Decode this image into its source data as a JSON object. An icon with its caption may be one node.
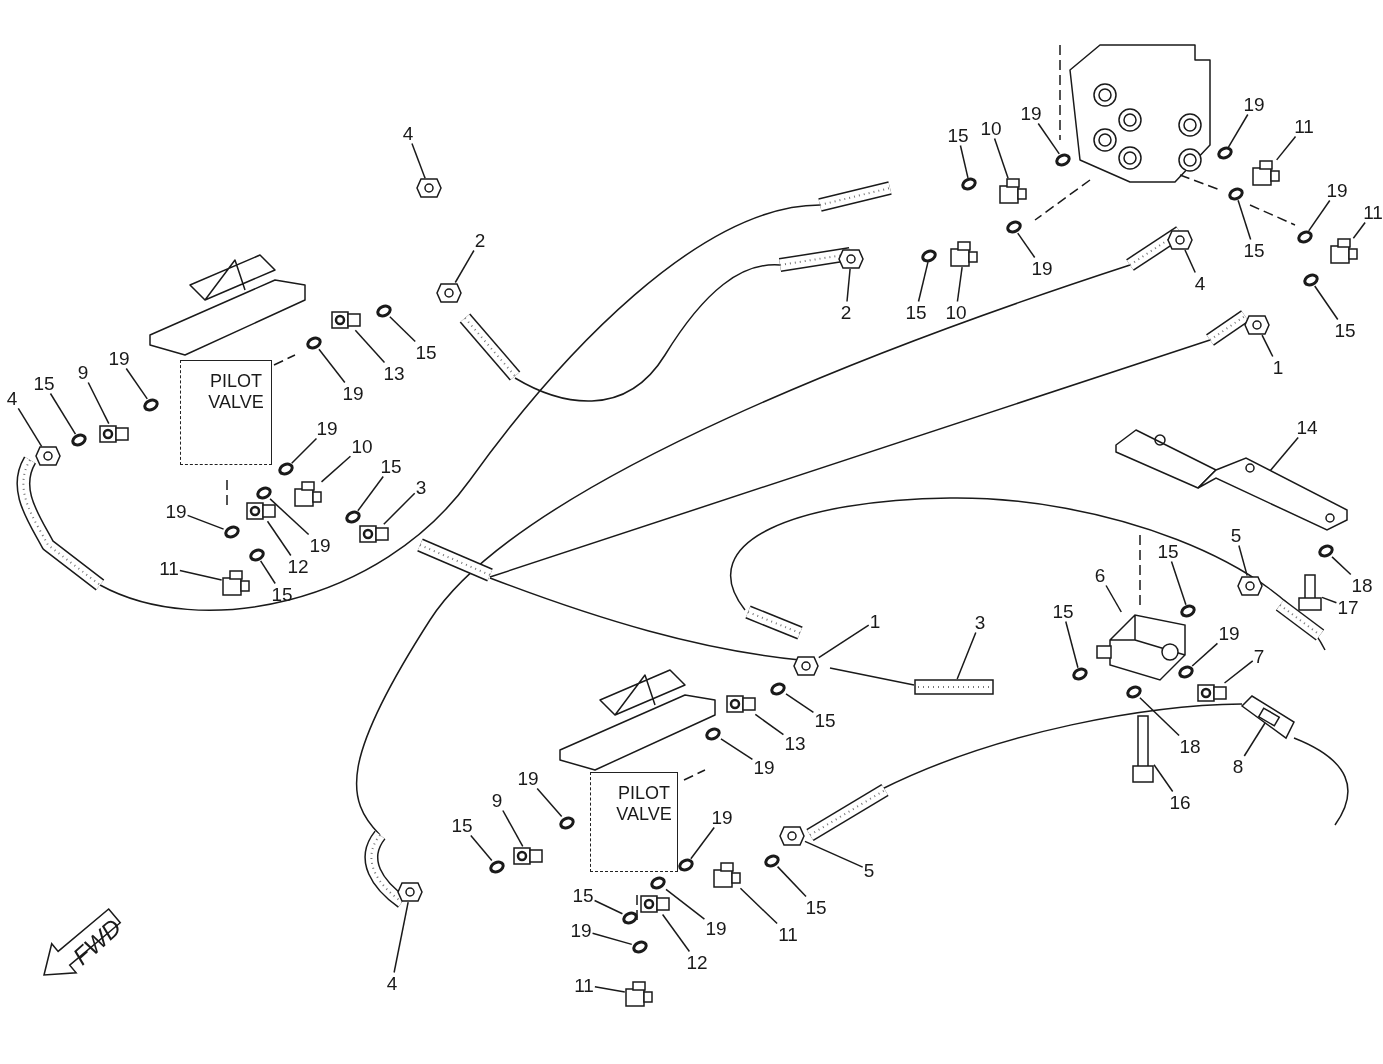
{
  "diagram": {
    "nodes": [
      {
        "text": [
          "4"
        ]
      },
      {
        "text": [
          "15"
        ]
      },
      {
        "text": [
          "10"
        ]
      },
      {
        "text": [
          "19"
        ]
      },
      {
        "text": [
          "19"
        ]
      },
      {
        "text": [
          "11"
        ]
      },
      {
        "text": [
          "19"
        ]
      },
      {
        "text": [
          "11"
        ]
      },
      {
        "text": [
          "4"
        ]
      },
      {
        "text": [
          "15"
        ]
      },
      {
        "text": [
          "19"
        ]
      },
      {
        "text": [
          "2"
        ]
      },
      {
        "text": [
          "2"
        ]
      },
      {
        "text": [
          "15"
        ]
      },
      {
        "text": [
          "10"
        ]
      },
      {
        "text": [
          "1"
        ]
      },
      {
        "text": [
          "15"
        ]
      },
      {
        "text": [
          "15"
        ]
      },
      {
        "text": [
          "13"
        ]
      },
      {
        "text": [
          "19"
        ]
      },
      {
        "text": [
          "4"
        ]
      },
      {
        "text": [
          "15"
        ]
      },
      {
        "text": [
          "9"
        ]
      },
      {
        "text": [
          "19"
        ]
      },
      {
        "text": [
          "PILOT VALVE"
        ]
      },
      {
        "text": [
          "19"
        ]
      },
      {
        "text": [
          "10"
        ]
      },
      {
        "text": [
          "15"
        ]
      },
      {
        "text": [
          "3"
        ]
      },
      {
        "text": [
          "19"
        ]
      },
      {
        "text": [
          "19"
        ]
      },
      {
        "text": [
          "12"
        ]
      },
      {
        "text": [
          "11"
        ]
      },
      {
        "text": [
          "15"
        ]
      },
      {
        "text": [
          "14"
        ]
      },
      {
        "text": [
          "5"
        ]
      },
      {
        "text": [
          "15"
        ]
      },
      {
        "text": [
          "6"
        ]
      },
      {
        "text": [
          "18"
        ]
      },
      {
        "text": [
          "17"
        ]
      },
      {
        "text": [
          "1"
        ]
      },
      {
        "text": [
          "3"
        ]
      },
      {
        "text": [
          "15"
        ]
      },
      {
        "text": [
          "19"
        ]
      },
      {
        "text": [
          "7"
        ]
      },
      {
        "text": [
          "15"
        ]
      },
      {
        "text": [
          "13"
        ]
      },
      {
        "text": [
          "19"
        ]
      },
      {
        "text": [
          "18"
        ]
      },
      {
        "text": [
          "8"
        ]
      },
      {
        "text": [
          "16"
        ]
      },
      {
        "text": [
          "19"
        ]
      },
      {
        "text": [
          "PILOT VALVE"
        ]
      },
      {
        "text": [
          "9"
        ]
      },
      {
        "text": [
          "15"
        ]
      },
      {
        "text": [
          "19"
        ]
      },
      {
        "text": [
          "5"
        ]
      },
      {
        "text": [
          "15"
        ]
      },
      {
        "text": [
          "11"
        ]
      },
      {
        "text": [
          "19"
        ]
      },
      {
        "text": [
          "15"
        ]
      },
      {
        "text": [
          "12"
        ]
      },
      {
        "text": [
          "19"
        ]
      },
      {
        "text": [
          "4"
        ]
      },
      {
        "text": [
          "11"
        ]
      },
      {
        "text": [],
        "shape": "picture"
      },
      {
        "text": [],
        "shape": "circle"
      },
      {
        "text": [],
        "shape": "picture"
      },
      {
        "text": [],
        "shape": "circle"
      },
      {
        "text": [],
        "shape": "circle"
      },
      {
        "text": [],
        "shape": "picture"
      },
      {
        "text": [],
        "shape": "circle"
      },
      {
        "text": [],
        "shape": "picture"
      },
      {
        "text": [],
        "shape": "picture"
      },
      {
        "text": [],
        "shape": "circle"
      },
      {
        "text": [],
        "shape": "circle"
      },
      {
        "text": [],
        "shape": "picture"
      },
      {
        "text": [],
        "shape": "picture"
      },
      {
        "text": [],
        "shape": "circle"
      },
      {
        "text": [],
        "shape": "picture"
      },
      {
        "text": [],
        "shape": "picture"
      },
      {
        "text": [],
        "shape": "circle"
      },
      {
        "text": [],
        "shape": "circle"
      },
      {
        "text": [],
        "shape": "picture"
      },
      {
        "text": [],
        "shape": "circle"
      },
      {
        "text": [],
        "shape": "picture"
      },
      {
        "text": [],
        "shape": "circle"
      },
      {
        "text": [],
        "shape": "picture"
      },
      {
        "text": [],
        "shape": "circle"
      },
      {
        "text": [],
        "shape": "circle"
      },
      {
        "text": [],
        "shape": "picture"
      },
      {
        "text": [],
        "shape": "circle"
      },
      {
        "text": [],
        "shape": "picture"
      },
      {
        "text": [],
        "shape": "circle"
      },
      {
        "text": [],
        "shape": "circle"
      },
      {
        "text": [],
        "shape": "picture"
      },
      {
        "text": [],
        "shape": "picture"
      },
      {
        "text": [],
        "shape": "circle"
      },
      {
        "text": [],
        "shape": "picture"
      },
      {
        "text": [],
        "shape": "picture"
      },
      {
        "text": [],
        "shape": "circle"
      },
      {
        "text": [],
        "shape": "picture"
      },
      {
        "text": [],
        "shape": "circle"
      },
      {
        "text": [],
        "shape": "picture"
      },
      {
        "text": [],
        "shape": "picture"
      },
      {
        "text": [],
        "shape": "picture"
      },
      {
        "text": [],
        "shape": "circle"
      },
      {
        "text": [],
        "shape": "circle"
      },
      {
        "text": [],
        "shape": "picture"
      },
      {
        "text": [],
        "shape": "circle"
      },
      {
        "text": [],
        "shape": "picture"
      },
      {
        "text": [],
        "shape": "circle"
      },
      {
        "text": [],
        "shape": "circle"
      },
      {
        "text": [],
        "shape": "picture"
      },
      {
        "text": [],
        "shape": "picture"
      },
      {
        "text": [],
        "shape": "circle"
      },
      {
        "text": [],
        "shape": "picture"
      },
      {
        "text": [],
        "shape": "circle"
      },
      {
        "text": [],
        "shape": "circle"
      },
      {
        "text": [],
        "shape": "picture"
      },
      {
        "text": [],
        "shape": "circle"
      },
      {
        "text": [],
        "shape": "picture"
      },
      {
        "text": [],
        "shape": "circle"
      },
      {
        "text": [],
        "shape": "circle"
      },
      {
        "text": [],
        "shape": "picture"
      },
      {
        "text": [],
        "shape": "circle"
      },
      {
        "text": [],
        "shape": "picture"
      },
      {
        "text": [],
        "shape": "picture"
      }
    ],
    "edges": [
      {
        "from": 0,
        "to": 65,
        "arrow": "none"
      },
      {
        "from": 1,
        "to": 66,
        "arrow": "none"
      },
      {
        "from": 2,
        "to": 67,
        "arrow": "none"
      },
      {
        "from": 3,
        "to": 68,
        "arrow": "none"
      },
      {
        "from": 4,
        "to": 69,
        "arrow": "none"
      },
      {
        "from": 5,
        "to": 70,
        "arrow": "none"
      },
      {
        "from": 6,
        "to": 71,
        "arrow": "none"
      },
      {
        "from": 7,
        "to": 72,
        "arrow": "none"
      },
      {
        "from": 8,
        "to": 73,
        "arrow": "none"
      },
      {
        "from": 9,
        "to": 74,
        "arrow": "none"
      },
      {
        "from": 10,
        "to": 75,
        "arrow": "none"
      },
      {
        "from": 11,
        "to": 76,
        "arrow": "none"
      },
      {
        "from": 12,
        "to": 77,
        "arrow": "none"
      },
      {
        "from": 13,
        "to": 78,
        "arrow": "none"
      },
      {
        "from": 14,
        "to": 79,
        "arrow": "none"
      },
      {
        "from": 15,
        "to": 80,
        "arrow": "none"
      },
      {
        "from": 16,
        "to": 81,
        "arrow": "none"
      },
      {
        "from": 17,
        "to": 82,
        "arrow": "none"
      },
      {
        "from": 18,
        "to": 83,
        "arrow": "none"
      },
      {
        "from": 19,
        "to": 84,
        "arrow": "none"
      },
      {
        "from": 20,
        "to": 85,
        "arrow": "none"
      },
      {
        "from": 21,
        "to": 86,
        "arrow": "none"
      },
      {
        "from": 22,
        "to": 87,
        "arrow": "none"
      },
      {
        "from": 23,
        "to": 88,
        "arrow": "none"
      },
      {
        "from": 25,
        "to": 89,
        "arrow": "none"
      },
      {
        "from": 26,
        "to": 90,
        "arrow": "none"
      },
      {
        "from": 27,
        "to": 91,
        "arrow": "none"
      },
      {
        "from": 28,
        "to": 92,
        "arrow": "none"
      },
      {
        "from": 29,
        "to": 93,
        "arrow": "none"
      },
      {
        "from": 30,
        "to": 94,
        "arrow": "none"
      },
      {
        "from": 31,
        "to": 95,
        "arrow": "none"
      },
      {
        "from": 32,
        "to": 96,
        "arrow": "none"
      },
      {
        "from": 33,
        "to": 97,
        "arrow": "none"
      },
      {
        "from": 34,
        "to": 98,
        "arrow": "none"
      },
      {
        "from": 35,
        "to": 99,
        "arrow": "none"
      },
      {
        "from": 36,
        "to": 100,
        "arrow": "none"
      },
      {
        "from": 37,
        "to": 101,
        "arrow": "none"
      },
      {
        "from": 38,
        "to": 102,
        "arrow": "none"
      },
      {
        "from": 39,
        "to": 103,
        "arrow": "none"
      },
      {
        "from": 40,
        "to": 104,
        "arrow": "none"
      },
      {
        "from": 41,
        "to": 105,
        "arrow": "none"
      },
      {
        "from": 42,
        "to": 106,
        "arrow": "none"
      },
      {
        "from": 43,
        "to": 107,
        "arrow": "none"
      },
      {
        "from": 44,
        "to": 108,
        "arrow": "none"
      },
      {
        "from": 45,
        "to": 109,
        "arrow": "none"
      },
      {
        "from": 46,
        "to": 110,
        "arrow": "none"
      },
      {
        "from": 47,
        "to": 111,
        "arrow": "none"
      },
      {
        "from": 48,
        "to": 112,
        "arrow": "none"
      },
      {
        "from": 49,
        "to": 113,
        "arrow": "none"
      },
      {
        "from": 50,
        "to": 114,
        "arrow": "none"
      },
      {
        "from": 51,
        "to": 115,
        "arrow": "none"
      },
      {
        "from": 53,
        "to": 116,
        "arrow": "none"
      },
      {
        "from": 54,
        "to": 117,
        "arrow": "none"
      },
      {
        "from": 55,
        "to": 118,
        "arrow": "none"
      },
      {
        "from": 56,
        "to": 119,
        "arrow": "none"
      },
      {
        "from": 57,
        "to": 120,
        "arrow": "none"
      },
      {
        "from": 58,
        "to": 121,
        "arrow": "none"
      },
      {
        "from": 59,
        "to": 122,
        "arrow": "none"
      },
      {
        "from": 60,
        "to": 123,
        "arrow": "none"
      },
      {
        "from": 61,
        "to": 124,
        "arrow": "none"
      },
      {
        "from": 62,
        "to": 125,
        "arrow": "none"
      },
      {
        "from": 63,
        "to": 126,
        "arrow": "none"
      },
      {
        "from": 64,
        "to": 127,
        "arrow": "none"
      }
    ],
    "labels": [
      "FWD"
    ]
  }
}
